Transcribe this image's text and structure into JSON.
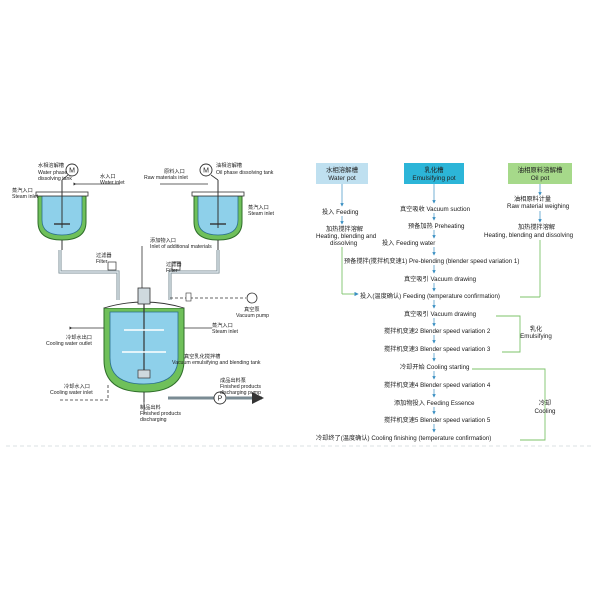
{
  "left_diagram": {
    "water_tank": {
      "cn": "水相溶解槽",
      "en1": "Water phase",
      "en2": "dissolving tank"
    },
    "oil_tank": {
      "cn": "油相溶解槽",
      "en": "Oil phase dissolving tank"
    },
    "water_inlet": {
      "cn": "水入口",
      "en": "Water inlet"
    },
    "raw_inlet": {
      "cn": "原料入口",
      "en": "Raw materials inlet"
    },
    "steam_left": {
      "cn": "蒸汽入口",
      "en": "Steam inlet"
    },
    "steam_right": {
      "cn": "蒸汽入口",
      "en": "Steam inlet"
    },
    "filter_left": {
      "cn": "过滤器",
      "en": "Filter"
    },
    "filter_right": {
      "cn": "过滤器",
      "en": "Filter"
    },
    "additional_inlet": {
      "cn": "添加物入口",
      "en": "Inlet of additional materials"
    },
    "vacuum_pump": {
      "cn": "真空泵",
      "en": "Vacuum pump"
    },
    "cooling_outlet": {
      "cn": "冷却水出口",
      "en": "Cooling water outlet"
    },
    "steam_main": {
      "cn": "蒸汽入口",
      "en": "Steam inlet"
    },
    "main_tank": {
      "cn": "真空乳化搅拌槽",
      "en": "Vacuum emulsifying and blending tank"
    },
    "cooling_inlet": {
      "cn": "冷却水入口",
      "en": "Cooling water inlet"
    },
    "discharge_pump": {
      "cn": "成品出料泵",
      "en1": "Finished products",
      "en2": "discharging pump"
    },
    "discharge": {
      "cn": "制品出料",
      "en1": "Finished products",
      "en2": "discharging"
    },
    "motor_label": "M",
    "pump_label": "P"
  },
  "flow": {
    "headers": {
      "water_pot": {
        "cn": "水相溶解槽",
        "en": "Water pot",
        "color": "#bfe0f0"
      },
      "emulsifying_pot": {
        "cn": "乳化槽",
        "en": "Emulsifying pot",
        "color": "#2cb5d8"
      },
      "oil_pot": {
        "cn": "油相原料溶解槽",
        "en": "Oil pot",
        "color": "#a6d98a"
      }
    },
    "water_steps": [
      "投入 Feeding",
      "加热搅拌溶解",
      "Heating, blending and",
      "dissolving"
    ],
    "oil_steps": [
      "油相原料计量",
      "Raw material weighing",
      "加热搅拌溶解",
      "Heating, blending and dissolving"
    ],
    "main_steps": [
      "真空吸收 Vacuum suction",
      "预备加热 Preheating",
      "投入 Feeding water",
      "预备搅拌(搅拌机变速1) Pre-blending (blender speed variation 1)",
      "真空吸引 Vacuum drawing",
      "投入(温度确认) Feeding (temperature confirmation)",
      "真空吸引 Vacuum drawing",
      "搅拌机变速2 Blender speed variation 2",
      "搅拌机变速3 Blender speed variation 3",
      "冷却开始 Cooling starting",
      "搅拌机变速4 Blender speed variation 4",
      "添加物投入 Feeding Essence",
      "搅拌机变速5 Blender speed variation 5",
      "冷却终了(温度确认) Cooling finishing (temperature confirmation)"
    ],
    "emulsifying": {
      "cn": "乳化",
      "en": "Emulsifying"
    },
    "cooling": {
      "cn": "冷却",
      "en": "Cooling"
    }
  },
  "colors": {
    "water_header": "#bfe0f0",
    "emulsify_header": "#2cb5d8",
    "oil_header": "#a6d98a",
    "arrow": "#3a8fc2",
    "bracket": "#7cc36a",
    "tank_liquid": "#8ed0ea",
    "tank_jacket": "#6fc05a"
  }
}
